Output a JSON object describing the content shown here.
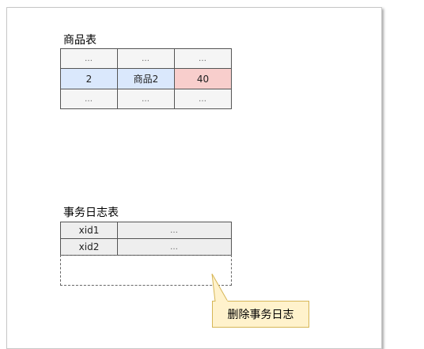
{
  "goods_table": {
    "title": "商品表",
    "rows": [
      [
        "…",
        "…",
        "…"
      ],
      [
        "2",
        "商品2",
        "40"
      ],
      [
        "…",
        "…",
        "…"
      ]
    ]
  },
  "log_table": {
    "title": "事务日志表",
    "rows": [
      [
        "xid1",
        "…"
      ],
      [
        "xid2",
        "…"
      ]
    ]
  },
  "callout": {
    "text": "删除事务日志"
  },
  "colors": {
    "grey_cell": "#f5f5f5",
    "blue_cell": "#dae8fc",
    "red_cell": "#f8cecc",
    "log_cell": "#eeeeee",
    "note_fill": "#fff2cc",
    "note_border": "#d6b656"
  }
}
